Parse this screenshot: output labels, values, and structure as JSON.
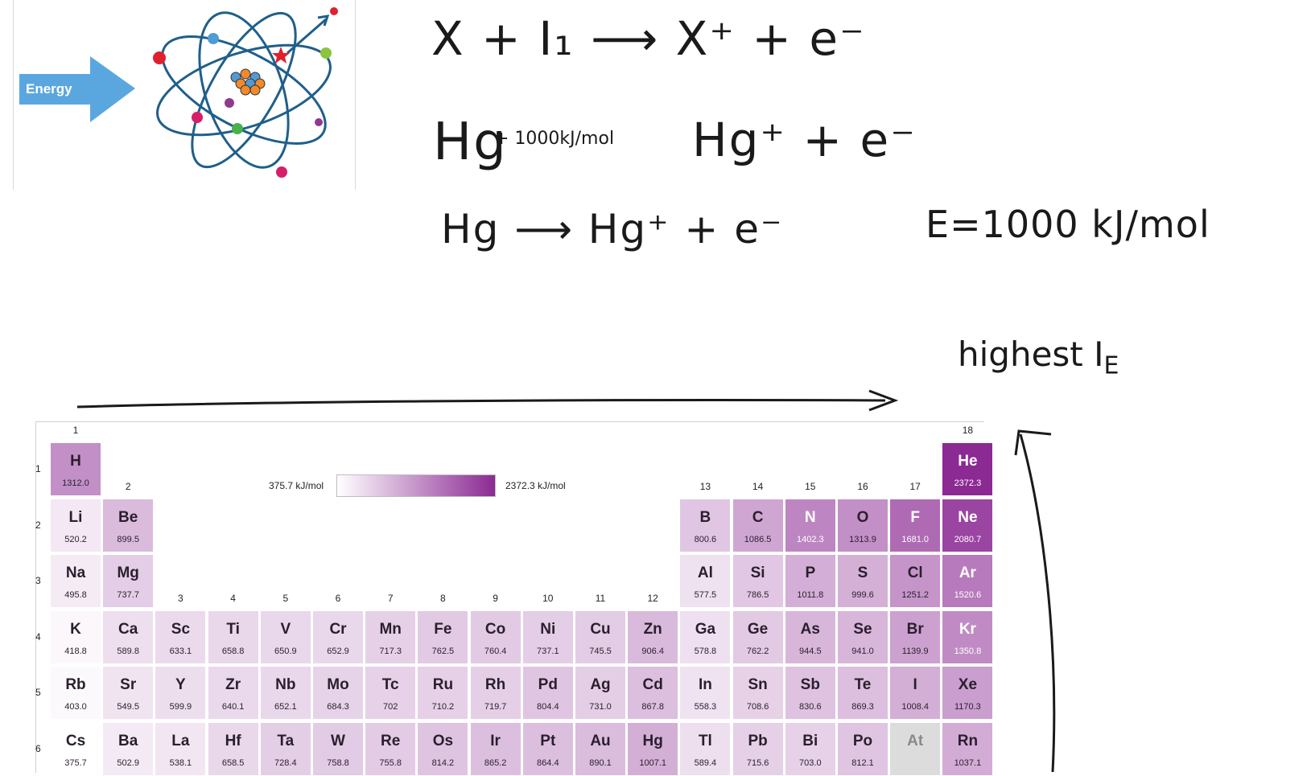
{
  "atom_image": {
    "energy_label": "Energy"
  },
  "handwriting": {
    "line1": "X + I₁ ⟶ X⁺ + e⁻",
    "line2_left": "Hg",
    "line2_mid": "+ 1000kJ/mol",
    "line2_right": "Hg⁺ + e⁻",
    "line3": "Hg ⟶ Hg⁺ + e⁻",
    "energy_eq": "E=1000 kJ/mol",
    "highest": "highest I",
    "highest_sub": "E"
  },
  "periodic_table": {
    "legend_low": "375.7 kJ/mol",
    "legend_high": "2372.3 kJ/mol",
    "colors": {
      "min": "#ffffff",
      "max": "#8b2a93"
    },
    "groups": [
      "1",
      "2",
      "3",
      "4",
      "5",
      "6",
      "7",
      "8",
      "9",
      "10",
      "11",
      "12",
      "13",
      "14",
      "15",
      "16",
      "17",
      "18"
    ],
    "periods": [
      "1",
      "2",
      "3",
      "4",
      "5",
      "6"
    ],
    "elements": [
      {
        "sym": "H",
        "val": "1312.0",
        "g": 1,
        "p": 1
      },
      {
        "sym": "He",
        "val": "2372.3",
        "g": 18,
        "p": 1
      },
      {
        "sym": "Li",
        "val": "520.2",
        "g": 1,
        "p": 2
      },
      {
        "sym": "Be",
        "val": "899.5",
        "g": 2,
        "p": 2
      },
      {
        "sym": "B",
        "val": "800.6",
        "g": 13,
        "p": 2
      },
      {
        "sym": "C",
        "val": "1086.5",
        "g": 14,
        "p": 2
      },
      {
        "sym": "N",
        "val": "1402.3",
        "g": 15,
        "p": 2
      },
      {
        "sym": "O",
        "val": "1313.9",
        "g": 16,
        "p": 2
      },
      {
        "sym": "F",
        "val": "1681.0",
        "g": 17,
        "p": 2
      },
      {
        "sym": "Ne",
        "val": "2080.7",
        "g": 18,
        "p": 2
      },
      {
        "sym": "Na",
        "val": "495.8",
        "g": 1,
        "p": 3
      },
      {
        "sym": "Mg",
        "val": "737.7",
        "g": 2,
        "p": 3
      },
      {
        "sym": "Al",
        "val": "577.5",
        "g": 13,
        "p": 3
      },
      {
        "sym": "Si",
        "val": "786.5",
        "g": 14,
        "p": 3
      },
      {
        "sym": "P",
        "val": "1011.8",
        "g": 15,
        "p": 3
      },
      {
        "sym": "S",
        "val": "999.6",
        "g": 16,
        "p": 3
      },
      {
        "sym": "Cl",
        "val": "1251.2",
        "g": 17,
        "p": 3
      },
      {
        "sym": "Ar",
        "val": "1520.6",
        "g": 18,
        "p": 3
      },
      {
        "sym": "K",
        "val": "418.8",
        "g": 1,
        "p": 4
      },
      {
        "sym": "Ca",
        "val": "589.8",
        "g": 2,
        "p": 4
      },
      {
        "sym": "Sc",
        "val": "633.1",
        "g": 3,
        "p": 4
      },
      {
        "sym": "Ti",
        "val": "658.8",
        "g": 4,
        "p": 4
      },
      {
        "sym": "V",
        "val": "650.9",
        "g": 5,
        "p": 4
      },
      {
        "sym": "Cr",
        "val": "652.9",
        "g": 6,
        "p": 4
      },
      {
        "sym": "Mn",
        "val": "717.3",
        "g": 7,
        "p": 4
      },
      {
        "sym": "Fe",
        "val": "762.5",
        "g": 8,
        "p": 4
      },
      {
        "sym": "Co",
        "val": "760.4",
        "g": 9,
        "p": 4
      },
      {
        "sym": "Ni",
        "val": "737.1",
        "g": 10,
        "p": 4
      },
      {
        "sym": "Cu",
        "val": "745.5",
        "g": 11,
        "p": 4
      },
      {
        "sym": "Zn",
        "val": "906.4",
        "g": 12,
        "p": 4
      },
      {
        "sym": "Ga",
        "val": "578.8",
        "g": 13,
        "p": 4
      },
      {
        "sym": "Ge",
        "val": "762.2",
        "g": 14,
        "p": 4
      },
      {
        "sym": "As",
        "val": "944.5",
        "g": 15,
        "p": 4
      },
      {
        "sym": "Se",
        "val": "941.0",
        "g": 16,
        "p": 4
      },
      {
        "sym": "Br",
        "val": "1139.9",
        "g": 17,
        "p": 4
      },
      {
        "sym": "Kr",
        "val": "1350.8",
        "g": 18,
        "p": 4
      },
      {
        "sym": "Rb",
        "val": "403.0",
        "g": 1,
        "p": 5
      },
      {
        "sym": "Sr",
        "val": "549.5",
        "g": 2,
        "p": 5
      },
      {
        "sym": "Y",
        "val": "599.9",
        "g": 3,
        "p": 5
      },
      {
        "sym": "Zr",
        "val": "640.1",
        "g": 4,
        "p": 5
      },
      {
        "sym": "Nb",
        "val": "652.1",
        "g": 5,
        "p": 5
      },
      {
        "sym": "Mo",
        "val": "684.3",
        "g": 6,
        "p": 5
      },
      {
        "sym": "Tc",
        "val": "702",
        "g": 7,
        "p": 5
      },
      {
        "sym": "Ru",
        "val": "710.2",
        "g": 8,
        "p": 5
      },
      {
        "sym": "Rh",
        "val": "719.7",
        "g": 9,
        "p": 5
      },
      {
        "sym": "Pd",
        "val": "804.4",
        "g": 10,
        "p": 5
      },
      {
        "sym": "Ag",
        "val": "731.0",
        "g": 11,
        "p": 5
      },
      {
        "sym": "Cd",
        "val": "867.8",
        "g": 12,
        "p": 5
      },
      {
        "sym": "In",
        "val": "558.3",
        "g": 13,
        "p": 5
      },
      {
        "sym": "Sn",
        "val": "708.6",
        "g": 14,
        "p": 5
      },
      {
        "sym": "Sb",
        "val": "830.6",
        "g": 15,
        "p": 5
      },
      {
        "sym": "Te",
        "val": "869.3",
        "g": 16,
        "p": 5
      },
      {
        "sym": "I",
        "val": "1008.4",
        "g": 17,
        "p": 5
      },
      {
        "sym": "Xe",
        "val": "1170.3",
        "g": 18,
        "p": 5
      },
      {
        "sym": "Cs",
        "val": "375.7",
        "g": 1,
        "p": 6
      },
      {
        "sym": "Ba",
        "val": "502.9",
        "g": 2,
        "p": 6
      },
      {
        "sym": "La",
        "val": "538.1",
        "g": 3,
        "p": 6
      },
      {
        "sym": "Hf",
        "val": "658.5",
        "g": 4,
        "p": 6
      },
      {
        "sym": "Ta",
        "val": "728.4",
        "g": 5,
        "p": 6
      },
      {
        "sym": "W",
        "val": "758.8",
        "g": 6,
        "p": 6
      },
      {
        "sym": "Re",
        "val": "755.8",
        "g": 7,
        "p": 6
      },
      {
        "sym": "Os",
        "val": "814.2",
        "g": 8,
        "p": 6
      },
      {
        "sym": "Ir",
        "val": "865.2",
        "g": 9,
        "p": 6
      },
      {
        "sym": "Pt",
        "val": "864.4",
        "g": 10,
        "p": 6
      },
      {
        "sym": "Au",
        "val": "890.1",
        "g": 11,
        "p": 6
      },
      {
        "sym": "Hg",
        "val": "1007.1",
        "g": 12,
        "p": 6
      },
      {
        "sym": "Tl",
        "val": "589.4",
        "g": 13,
        "p": 6
      },
      {
        "sym": "Pb",
        "val": "715.6",
        "g": 14,
        "p": 6
      },
      {
        "sym": "Bi",
        "val": "703.0",
        "g": 15,
        "p": 6
      },
      {
        "sym": "Po",
        "val": "812.1",
        "g": 16,
        "p": 6
      },
      {
        "sym": "At",
        "val": "",
        "g": 17,
        "p": 6
      },
      {
        "sym": "Rn",
        "val": "1037.1",
        "g": 18,
        "p": 6
      }
    ]
  }
}
